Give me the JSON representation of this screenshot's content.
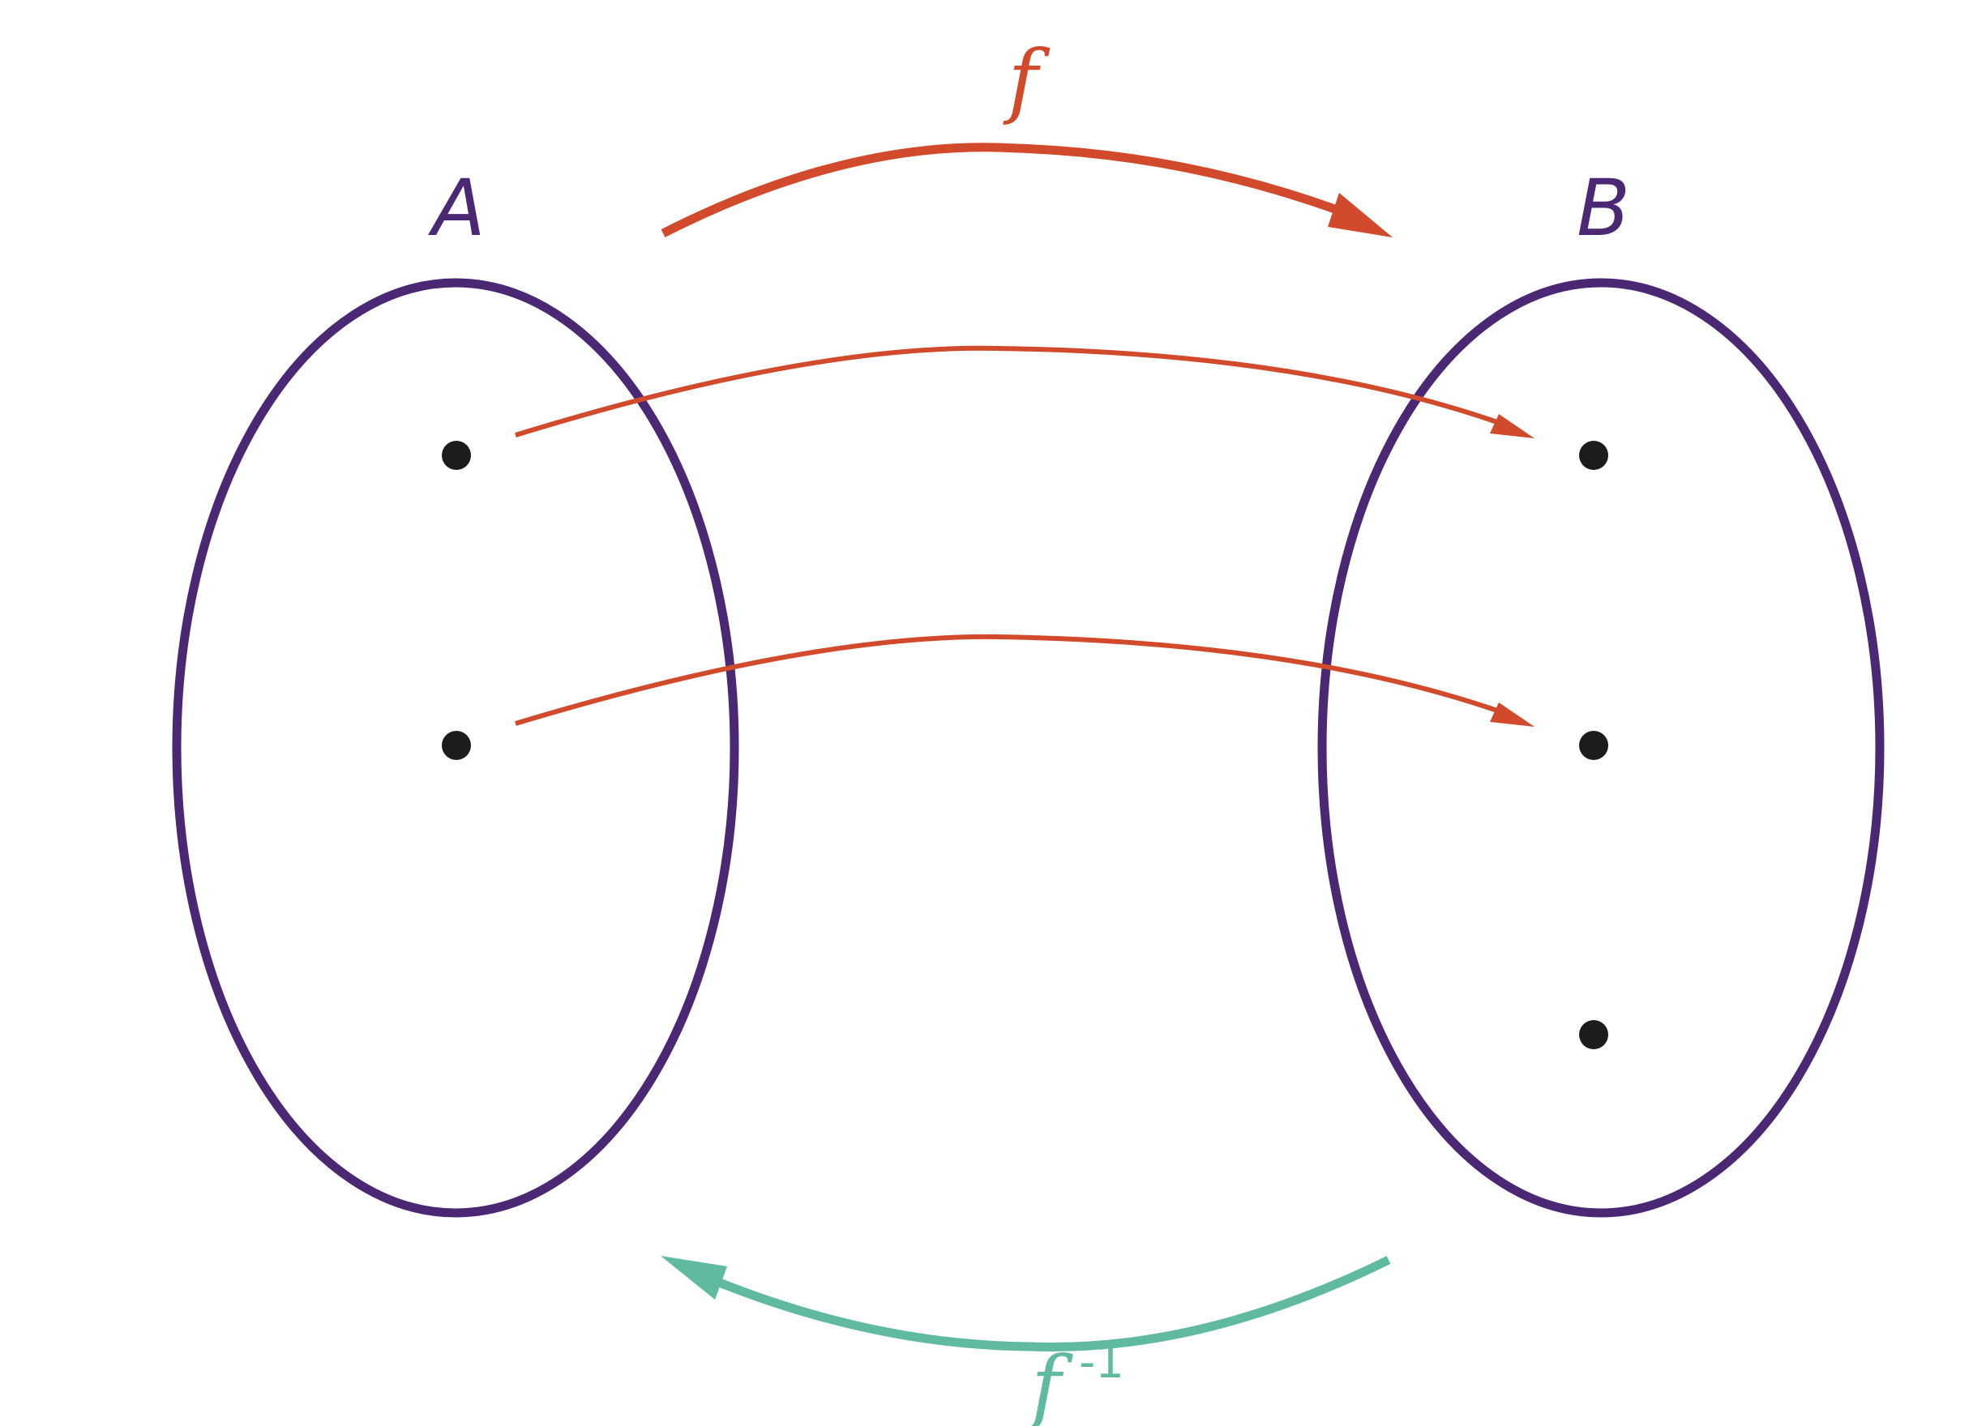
{
  "colors": {
    "set_outline": "#4a2873",
    "forward_arrow": "#d24a2c",
    "inverse_arrow": "#5fbaa0",
    "element_dot": "#1c1c1c",
    "background": "#ffffff"
  },
  "sets": {
    "A": {
      "label": "A",
      "element_count": 2
    },
    "B": {
      "label": "B",
      "element_count": 3
    }
  },
  "mappings": [
    {
      "from": "A.1",
      "to": "B.1"
    },
    {
      "from": "A.2",
      "to": "B.2"
    }
  ],
  "function_label": {
    "base": "f"
  },
  "inverse_label": {
    "base": "f",
    "superscript": "-1"
  }
}
